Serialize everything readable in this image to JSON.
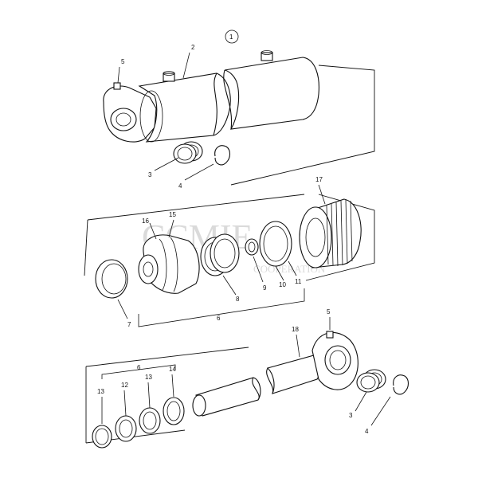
{
  "diagram": {
    "view_number": "1",
    "watermark": {
      "main": "CCMIE",
      "sub": "COOPERATION"
    },
    "callouts": {
      "c1": "5",
      "c2": "2",
      "c3": "3",
      "c4": "4",
      "c5": "16",
      "c6": "15",
      "c7": "17",
      "c8": "7",
      "c9": "8",
      "c10": "9",
      "c11": "10",
      "c12": "11",
      "c13": "6",
      "c14": "5",
      "c15": "18",
      "c16": "6",
      "c17": "13",
      "c18": "12",
      "c19": "13",
      "c20": "14",
      "c21": "3",
      "c22": "4"
    }
  }
}
